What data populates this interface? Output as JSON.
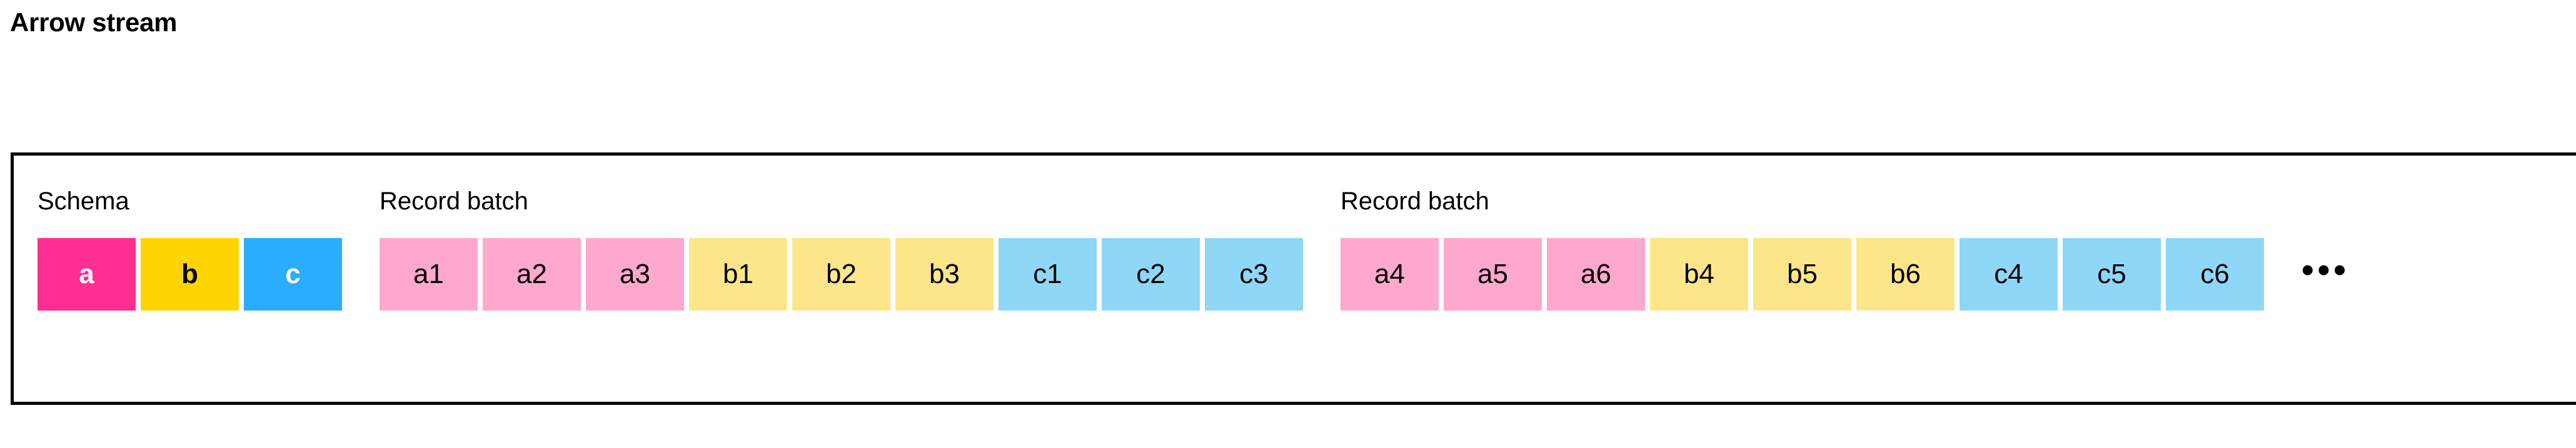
{
  "page": {
    "title": "Arrow stream",
    "background": "#ffffff",
    "border_color": "#000000"
  },
  "palette": {
    "schema_a_bg": "#FF2E92",
    "schema_a_fg": "#FFFFFF",
    "schema_b_bg": "#FFD400",
    "schema_b_fg": "#000000",
    "schema_c_bg": "#29ADFC",
    "schema_c_fg": "#FFFFFF",
    "batch_a_bg": "#FFA8CE",
    "batch_b_bg": "#FDE68A",
    "batch_c_bg": "#8FD7F7",
    "batch_fg": "#000000"
  },
  "stream": {
    "schema": {
      "label": "Schema",
      "fields": [
        {
          "name": "a",
          "bg": "#FF2E92",
          "fg": "#FFFFFF"
        },
        {
          "name": "b",
          "bg": "#FFD400",
          "fg": "#000000"
        },
        {
          "name": "c",
          "bg": "#29ADFC",
          "fg": "#FFFFFF"
        }
      ]
    },
    "record_batches": [
      {
        "label": "Record batch",
        "cells": [
          {
            "value": "a1",
            "bg": "#FFA8CE",
            "fg": "#000000"
          },
          {
            "value": "a2",
            "bg": "#FFA8CE",
            "fg": "#000000"
          },
          {
            "value": "a3",
            "bg": "#FFA8CE",
            "fg": "#000000"
          },
          {
            "value": "b1",
            "bg": "#FDE68A",
            "fg": "#000000"
          },
          {
            "value": "b2",
            "bg": "#FDE68A",
            "fg": "#000000"
          },
          {
            "value": "b3",
            "bg": "#FDE68A",
            "fg": "#000000"
          },
          {
            "value": "c1",
            "bg": "#8FD7F7",
            "fg": "#000000"
          },
          {
            "value": "c2",
            "bg": "#8FD7F7",
            "fg": "#000000"
          },
          {
            "value": "c3",
            "bg": "#8FD7F7",
            "fg": "#000000"
          }
        ]
      },
      {
        "label": "Record batch",
        "cells": [
          {
            "value": "a4",
            "bg": "#FFA8CE",
            "fg": "#000000"
          },
          {
            "value": "a5",
            "bg": "#FFA8CE",
            "fg": "#000000"
          },
          {
            "value": "a6",
            "bg": "#FFA8CE",
            "fg": "#000000"
          },
          {
            "value": "b4",
            "bg": "#FDE68A",
            "fg": "#000000"
          },
          {
            "value": "b5",
            "bg": "#FDE68A",
            "fg": "#000000"
          },
          {
            "value": "b6",
            "bg": "#FDE68A",
            "fg": "#000000"
          },
          {
            "value": "c4",
            "bg": "#8FD7F7",
            "fg": "#000000"
          },
          {
            "value": "c5",
            "bg": "#8FD7F7",
            "fg": "#000000"
          },
          {
            "value": "c6",
            "bg": "#8FD7F7",
            "fg": "#000000"
          }
        ]
      }
    ],
    "continuation": "•••"
  }
}
